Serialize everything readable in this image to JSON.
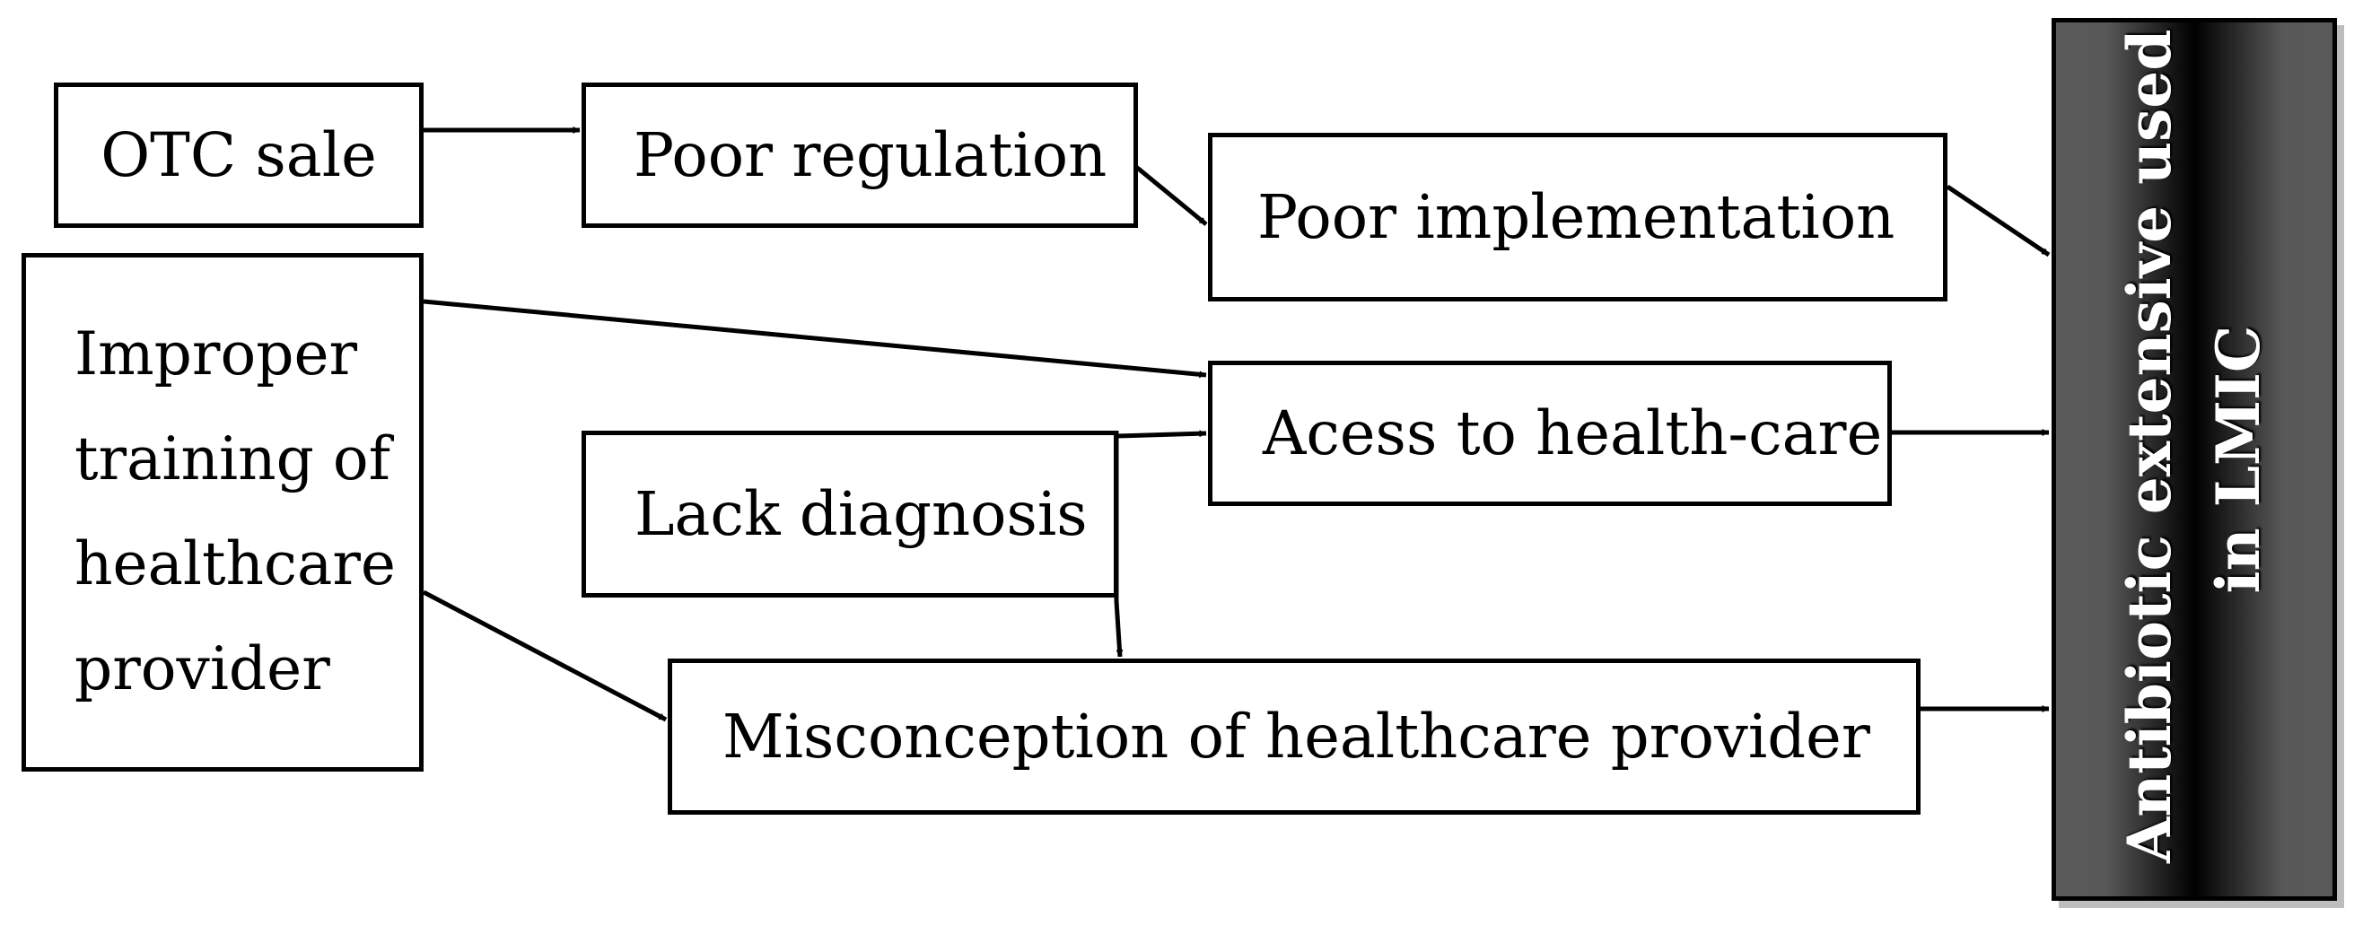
{
  "diagram": {
    "nodes": {
      "otc_sale": "OTC sale",
      "poor_regulation": "Poor regulation",
      "poor_implementation": "Poor implementation",
      "improper_training": {
        "line1": "Improper",
        "line2": "training of",
        "line3": "healthcare",
        "line4": "provider"
      },
      "access_to_health_care": "Acess to health-care",
      "lack_diagnosis": "Lack diagnosis",
      "misconception": "Misconception of healthcare provider",
      "outcome": {
        "line1": "Antibiotic extensive used",
        "line2": "in LMIC"
      }
    },
    "edges": [
      {
        "from": "OTC sale",
        "to": "Poor regulation"
      },
      {
        "from": "Poor regulation",
        "to": "Poor implementation"
      },
      {
        "from": "Poor implementation",
        "to": "Antibiotic extensive used in LMIC"
      },
      {
        "from": "Improper training of healthcare provider",
        "to": "Acess to health-care"
      },
      {
        "from": "Improper training of healthcare provider",
        "to": "Misconception of healthcare provider"
      },
      {
        "from": "Lack diagnosis",
        "to": "Acess to health-care"
      },
      {
        "from": "Lack diagnosis",
        "to": "Misconception of healthcare provider"
      },
      {
        "from": "Acess to health-care",
        "to": "Antibiotic extensive used in LMIC"
      },
      {
        "from": "Misconception of healthcare provider",
        "to": "Antibiotic extensive used in LMIC"
      }
    ],
    "colors": {
      "box_border": "#000000",
      "box_fill": "#ffffff",
      "outcome_fill_edge": "#5a5a5a",
      "outcome_fill_center": "#000000",
      "outcome_text": "#ffffff",
      "arrow": "#000000"
    }
  }
}
